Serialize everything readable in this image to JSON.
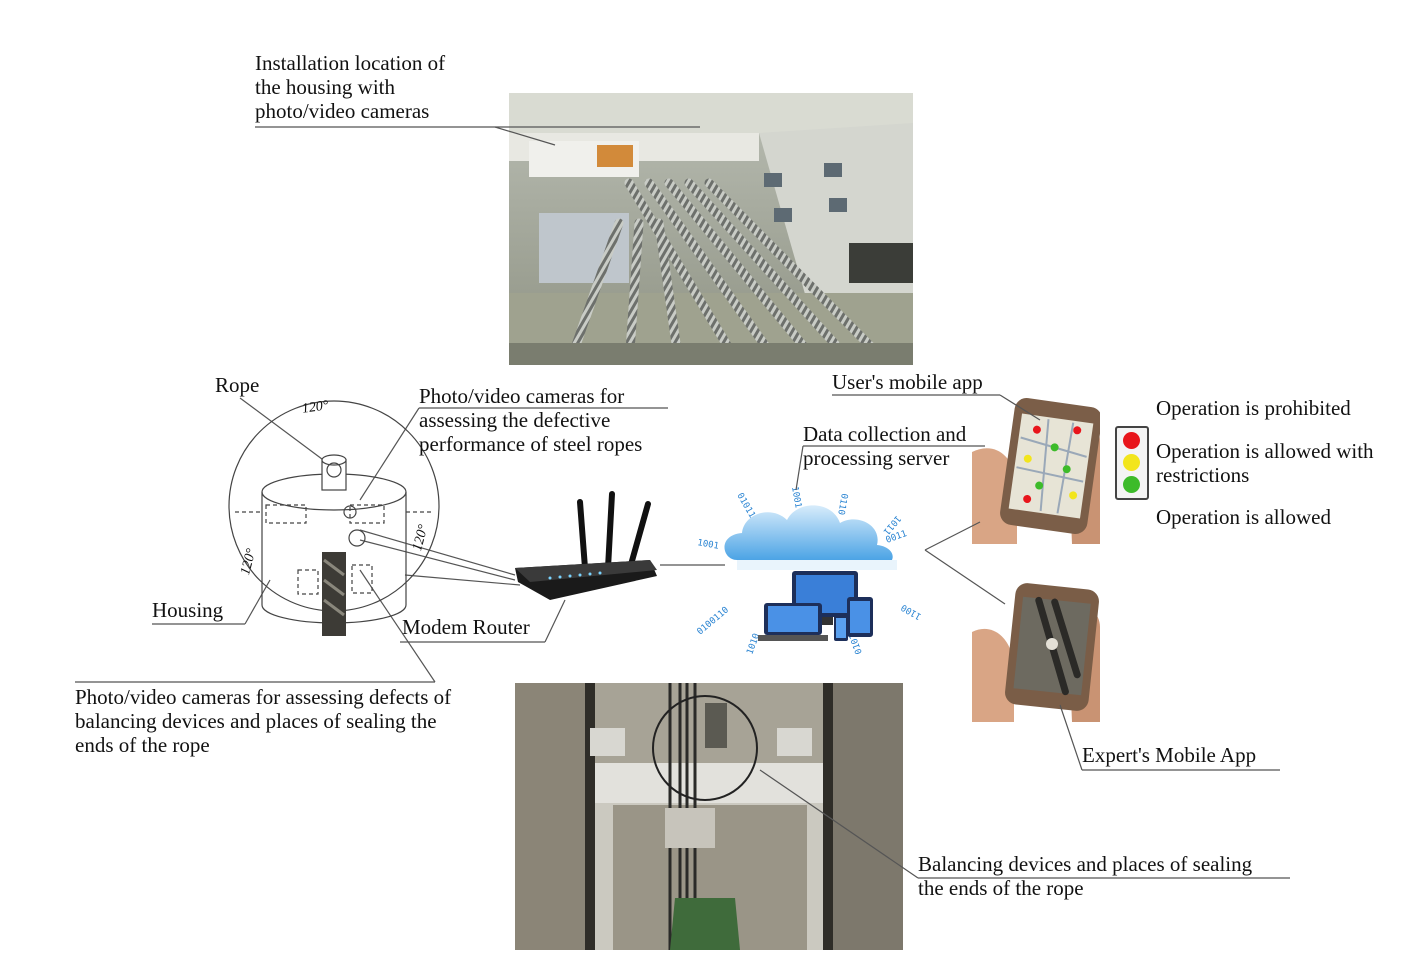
{
  "labels": {
    "housing_location": [
      "Installation location of",
      "the housing with",
      "photo/video cameras"
    ],
    "rope": "Rope",
    "angle": "120°",
    "cameras_steel": [
      "Photo/video cameras for",
      "assessing the defective",
      "performance of steel ropes"
    ],
    "housing": "Housing",
    "modem_router": "Modem Router",
    "cameras_balancing": [
      "Photo/video cameras for assessing defects of",
      "balancing devices and places of sealing the",
      "ends of the rope"
    ],
    "server": [
      "Data collection and",
      "processing server"
    ],
    "user_app": "User's mobile app",
    "expert_app": "Expert's Mobile App",
    "balancing_devices": [
      "Balancing devices and places of sealing",
      "the ends of the rope"
    ],
    "status": {
      "prohibited": "Operation is prohibited",
      "restricted": [
        "Operation is allowed with",
        "restrictions"
      ],
      "allowed": "Operation is allowed"
    }
  },
  "colors": {
    "red": "#e8151b",
    "yellow": "#f2e51c",
    "green": "#3dbb2a",
    "cloud": "#2f8fd6"
  }
}
